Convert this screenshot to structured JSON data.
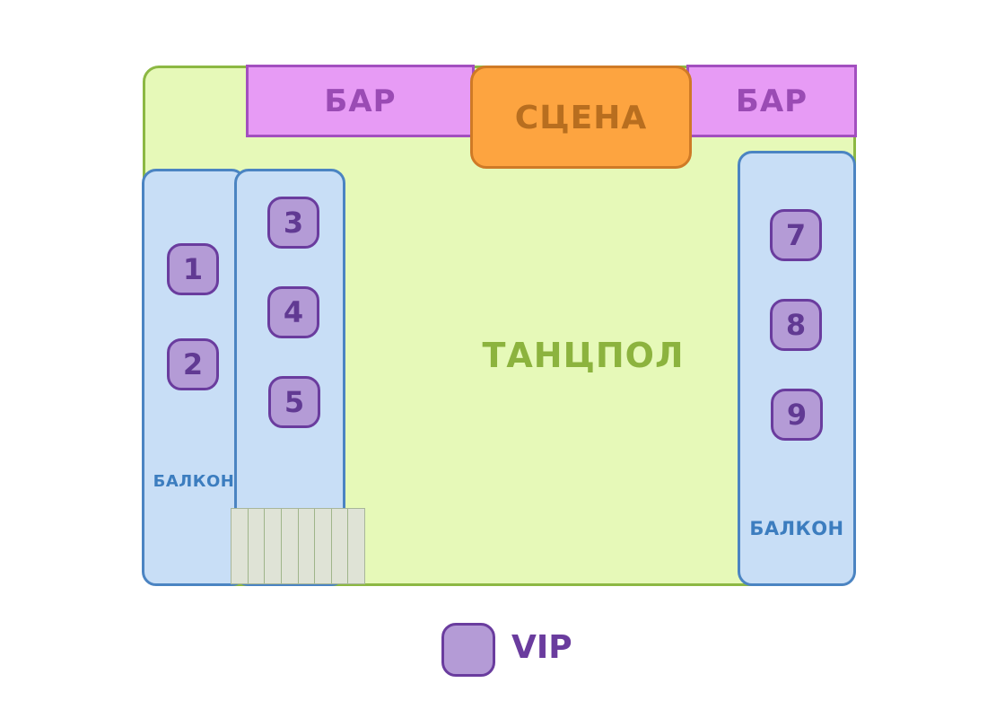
{
  "venue": {
    "bars": [
      {
        "label": "БАР"
      },
      {
        "label": "БАР"
      }
    ],
    "stage": {
      "label": "СЦЕНА"
    },
    "dance_floor": {
      "label": "ТАНЦПОЛ"
    },
    "balconies": [
      {
        "label": "БАЛКОН"
      },
      {
        "label": "БАЛКОН"
      }
    ],
    "tables": [
      "1",
      "2",
      "3",
      "4",
      "5",
      "7",
      "8",
      "9"
    ]
  },
  "legend": {
    "label": "VIP"
  },
  "colors": {
    "dance_floor": "#e6f9b8",
    "bar": "#e79bf5",
    "stage": "#fda440",
    "balcony": "#c8def6",
    "vip_table": "#b49bd6"
  }
}
